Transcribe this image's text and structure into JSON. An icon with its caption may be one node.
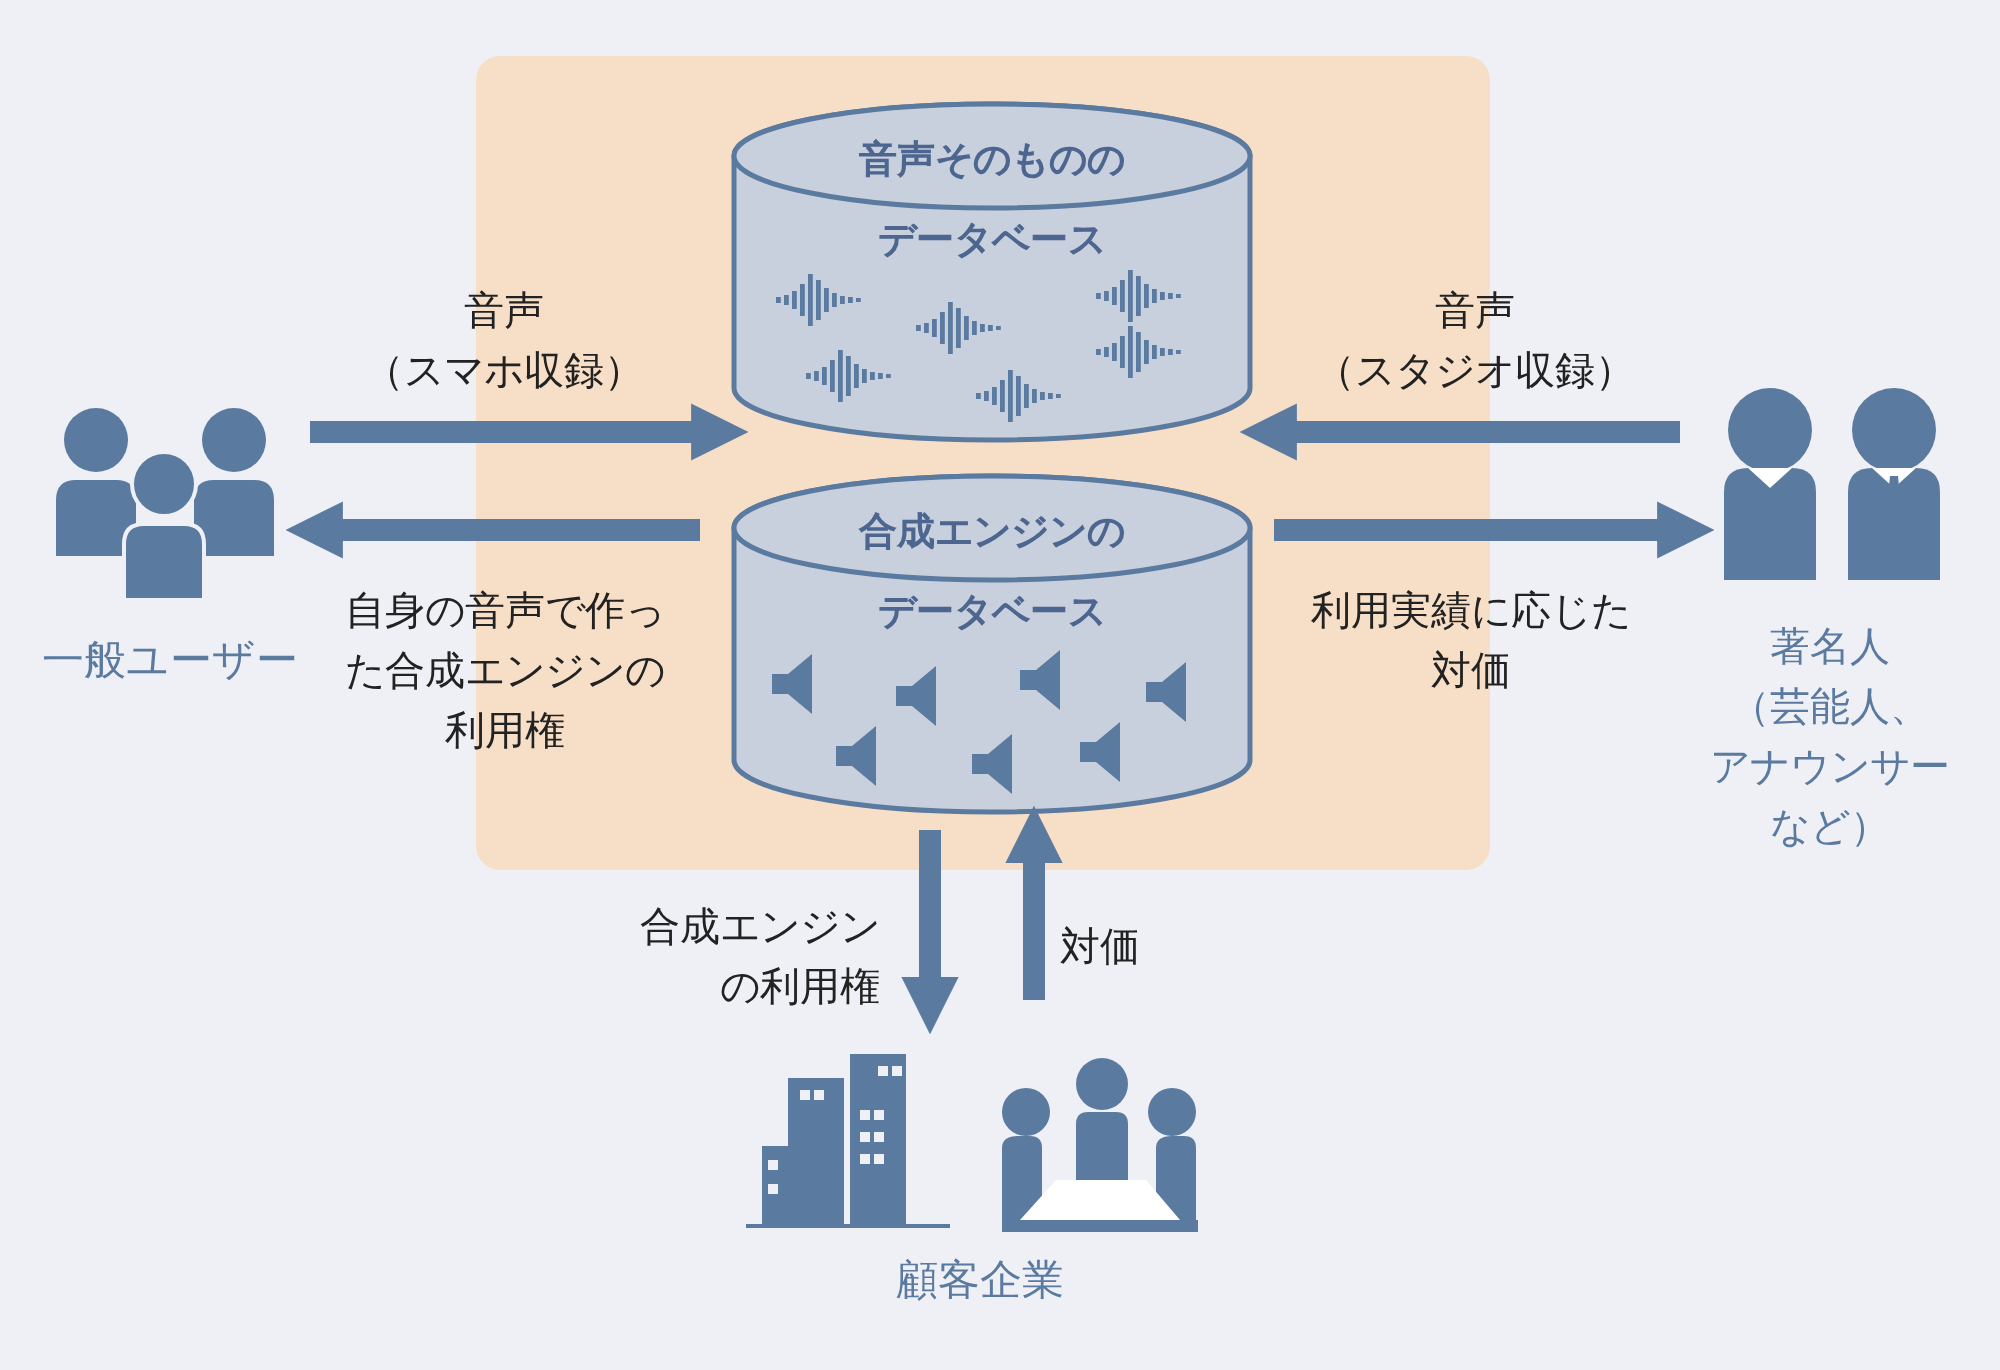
{
  "diagram": {
    "nodes": [
      {
        "text": [],
        "shape": "box"
      },
      {
        "text": [
          "音声そのもののデータベース"
        ],
        "in": 0
      },
      {
        "text": [
          "合成エンジンのデータベース"
        ],
        "in": 0
      },
      {
        "text": [
          "一般ユーザー"
        ]
      },
      {
        "text": [
          "著名人（芸能人、アナウンサーなど）"
        ]
      },
      {
        "text": [
          "顧客企業"
        ]
      }
    ],
    "edges": [
      {
        "from": 3,
        "to": 1,
        "arrow": "to",
        "label": "音声（スマホ収録）"
      },
      {
        "from": 2,
        "to": 3,
        "arrow": "to",
        "label": "自身の音声で作った合成エンジンの利用権"
      },
      {
        "from": 4,
        "to": 1,
        "arrow": "to",
        "label": "音声（スタジオ収録）"
      },
      {
        "from": 2,
        "to": 4,
        "arrow": "to",
        "label": "利用実績に応じた対価"
      },
      {
        "from": 2,
        "to": 5,
        "arrow": "to",
        "label": "合成エンジンの利用権"
      },
      {
        "from": 5,
        "to": 2,
        "arrow": "to",
        "label": "対価"
      }
    ]
  }
}
